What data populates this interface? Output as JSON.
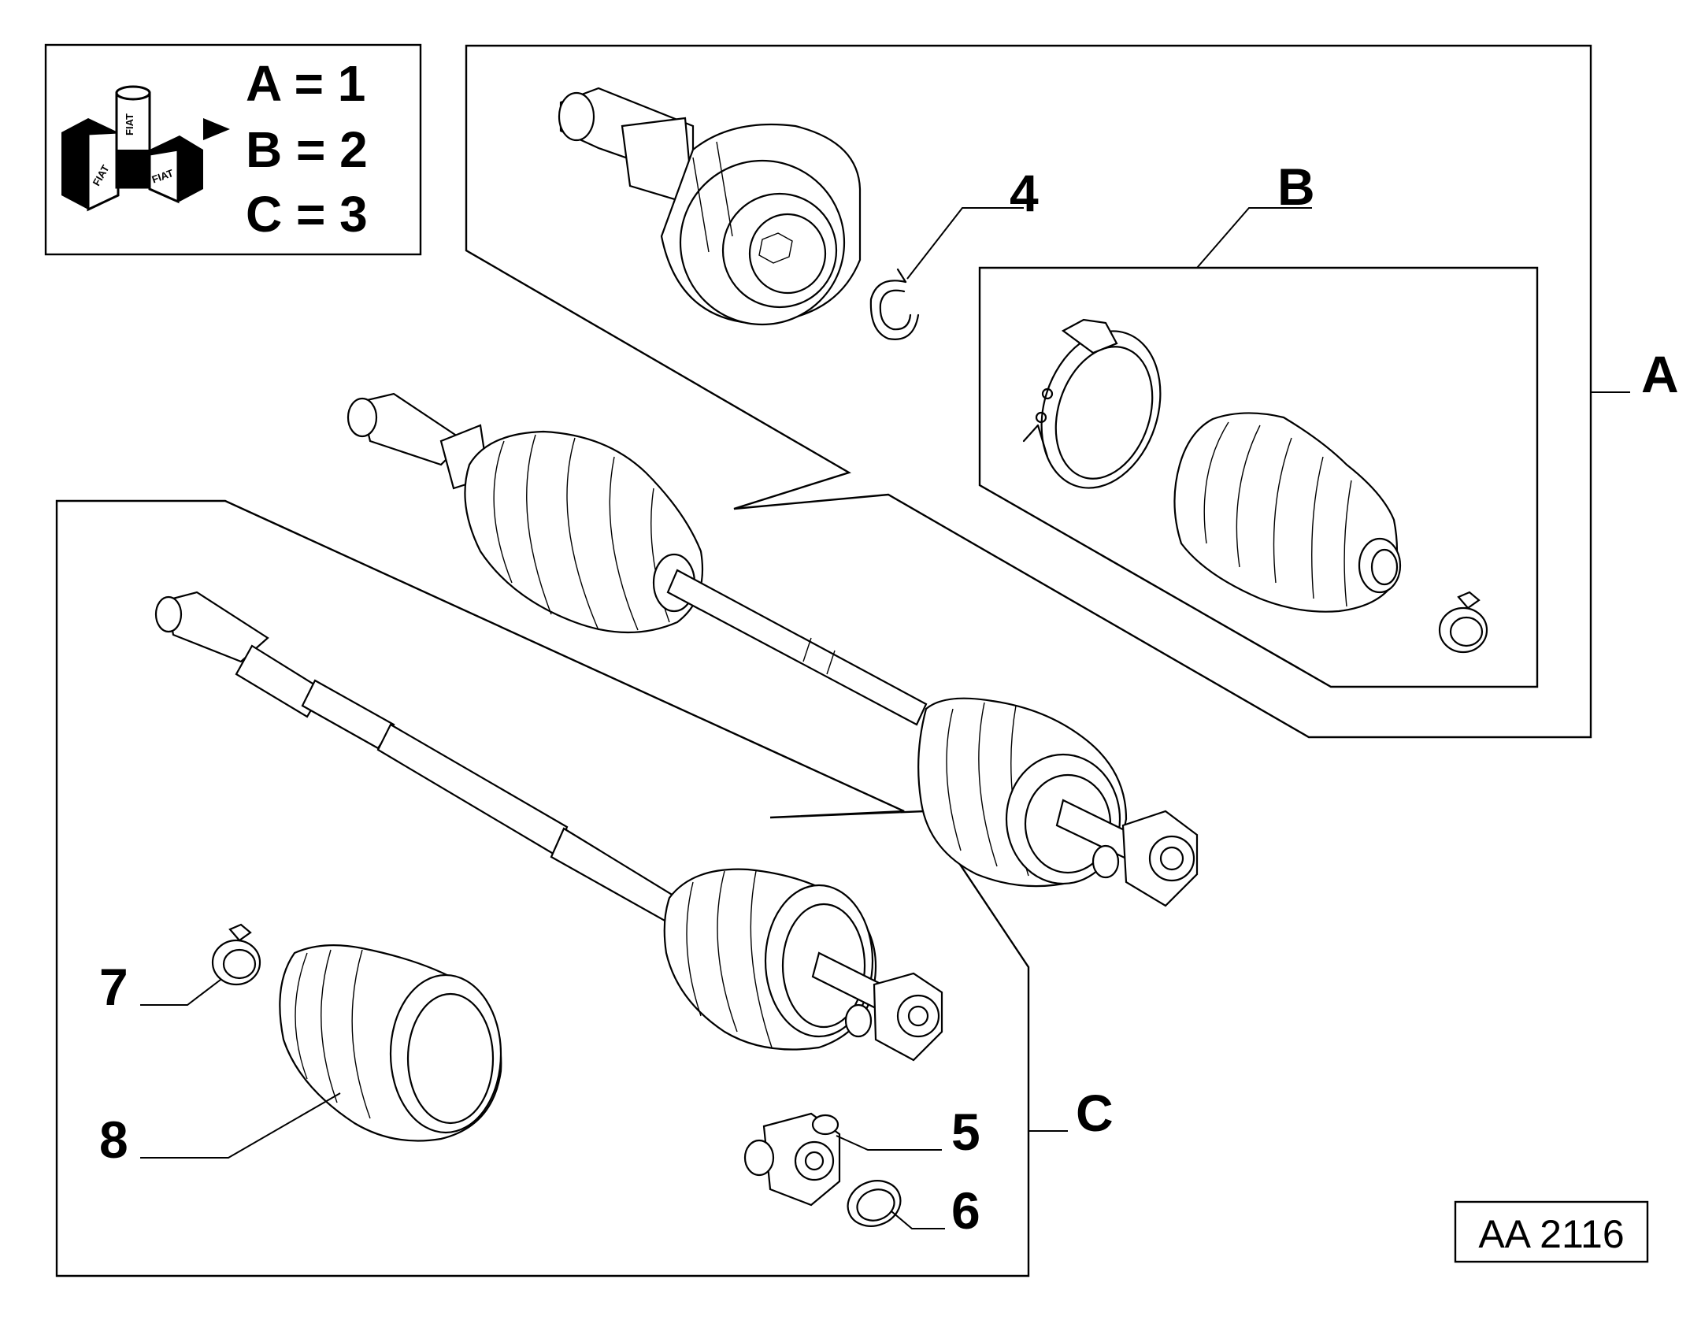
{
  "legend": {
    "rows": [
      "A = 1",
      "B = 2",
      "C = 3"
    ],
    "logo_text": "FIAT"
  },
  "callouts": {
    "p4": "4",
    "p5": "5",
    "p6": "6",
    "p7": "7",
    "p8": "8",
    "A": "A",
    "B": "B",
    "C": "C"
  },
  "ref_code": "AA 2116"
}
